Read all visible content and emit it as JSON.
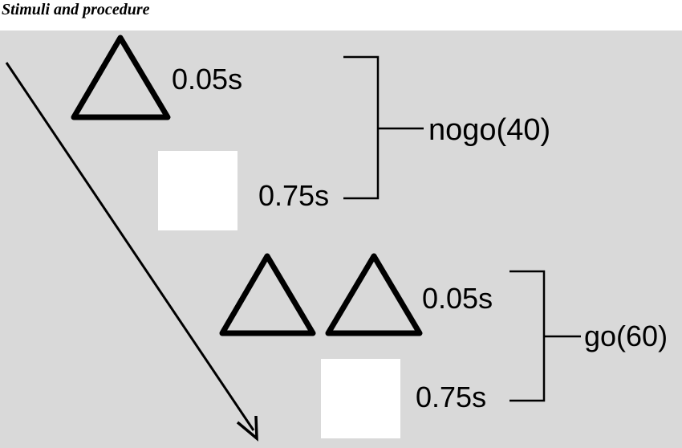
{
  "heading": "Stimuli and procedure",
  "colors": {
    "panel_background": "#d9d9d9",
    "stroke": "#000000",
    "blank_square": "#ffffff"
  },
  "nogo": {
    "stimulus_duration": "0.05s",
    "blank_duration": "0.75s",
    "label": "nogo(40)",
    "stimulus": "single triangle"
  },
  "go": {
    "stimulus_duration": "0.05s",
    "blank_duration": "0.75s",
    "label": "go(60)",
    "stimulus": "two triangles"
  },
  "time_arrow": "diagonal-arrow-icon"
}
